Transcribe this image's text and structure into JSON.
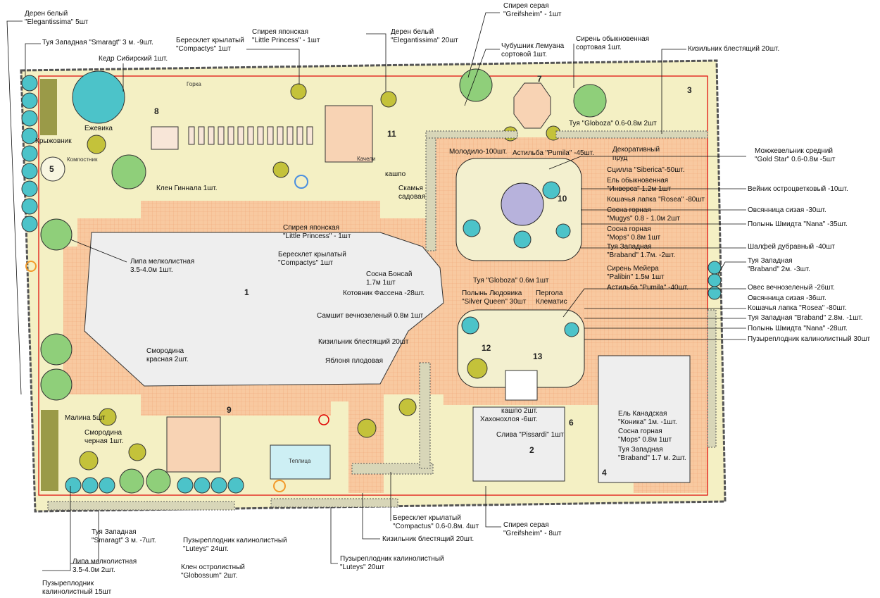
{
  "colors": {
    "site": "#f4f0c4",
    "paving": "#f8c9a0",
    "lawn": "#eeeeee",
    "boundary": "#e00000",
    "tree_blue": "#4cc3c9",
    "tree_olive": "#c4c23a",
    "tree_green": "#8fcf7a"
  },
  "zones": [
    "1",
    "2",
    "3",
    "4",
    "5",
    "6",
    "7",
    "8",
    "9",
    "10",
    "11",
    "12",
    "13"
  ],
  "labels": [
    "Дерен белый\n\"Elegantissima\" 5шт",
    "Туя Западная \"Smaragt\" 3 м. -9шт.",
    "Кедр Сибирский 1шт.",
    "Бересклет крылатый\n\"Compactys\"  1шт",
    "Спирея японская\n\"Little Princess\" - 1шт",
    "Дерен белый\n\"Elegantissima\" 20шт",
    "Спирея серая\n\"Greifsheim\" - 1шт",
    "Чубушник Лемуана\nсортовой 1шт.",
    "Сирень обыкновенная\nсортовая 1шт.",
    "Кизильник блестящий 20шт.",
    "Ежевика",
    "Крыжовник",
    "Компостник",
    "Горка",
    "Качели",
    "Клен Гиннала 1шт.",
    "Молодило-100шт.",
    "Астильба \"Pumila\" -45шт.",
    "Декоративный\nпруд",
    "Можжевельник средний\n\"Gold Star\" 0.6-0.8м  -5шт",
    "кашпо",
    "Сцилла \"Siberica\"-50шт.",
    "Ель обыкновенная\n\"Инверса\" 1.2м  1шт",
    "Скамья\nсадовая",
    "Вейник остроцветковый -10шт.",
    "Кошачья лапка \"Rosea\" -80шт",
    "Сосна горная\n\"Mugys\"  0.8 - 1.0м  2шт",
    "Овсянница сизая -30шт.",
    "Полынь Шмидта \"Nana\" -35шт.",
    "Сосна горная\n\"Mops\"  0.8м  1шт",
    "Спирея японская\n\"Little Princess\" - 1шт",
    "Туя Западная\n\"Braband\" 1.7м. -2шт.",
    "Шалфей дубравный -40шт",
    "Бересклет крылатый\n\"Compactys\"  1шт",
    "Липа мелколистная\n3.5-4.0м 1шт.",
    "Туя Западная\n\"Braband\" 2м. -3шт.",
    "Сирень Мейера\n\"Palibin\"  1.5м  1шт",
    "Сосна Бонсай\n1.7м  1шт",
    "Астильба \"Pumila\" -40шт.",
    "Туя \"Globoza\" 0.6м 1шт",
    "Овес вечнозеленый -26шт.",
    "Котовник Фассена -28шт.",
    "Полынь Людовика\n\"Silver Queen\" 30шт",
    "Пергола\nКлематис",
    "Овсянница сизая -36шт.",
    "Кошачья лапка \"Rosea\" -80шт.",
    "Самшит вечнозеленый 0.8м 1шт",
    "Туя Западная \"Braband\" 2.8м. -1шт.",
    "Полынь Шмидта \"Nana\" -28шт.",
    "Кизильник блестящий 20шт",
    "Пузыреплодник калинолистный 30шт",
    "Смородина\nкрасная 2шт.",
    "Яблоня плодовая",
    "Ель Канадская\n\"Коника\" 1м. -1шт.",
    "кашпо 2шт.",
    "Хахонохлоя -6шт.",
    "Малина 5шт",
    "Сосна горная\n\"Mops\"  0.8м  1шт",
    "Слива \"Pissardi\" 1шт",
    "Смородина\nчерная 1шт.",
    "Туя Западная\n\"Braband\" 1.7 м. 2шт.",
    "Теплица",
    "Бересклет крылатый\n\"Compactus\" 0.6-0.8м. 4шт",
    "Спирея серая\n\"Greifsheim\" - 8шт",
    "Туя Западная\n\"Smaragt\" 3 м. -7шт.",
    "Кизильник блестящий 20шт.",
    "Пузыреплодник калинолистный\n\"Luteys\"  24шт.",
    "Липа мелколистная\n3.5-4.0м 2шт.",
    "Пузыреплодник калинолистный\n\"Luteys\" 20шт",
    "Клен остролистный\n\"Globossum\"  2шт.",
    "Пузыреплодник\nкалинолистный 15шт",
    "Туя \"Globoza\" 0.6-0.8м 2шт"
  ]
}
